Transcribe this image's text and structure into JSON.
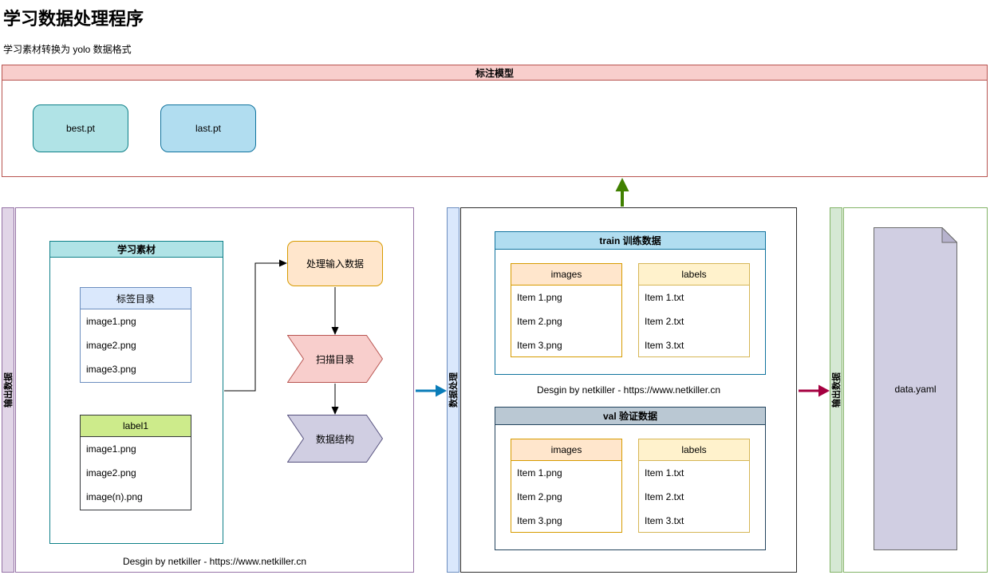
{
  "page": {
    "title": "学习数据处理程序",
    "subtitle": "学习素材转换为 yolo 数据格式"
  },
  "band": {
    "title": "标注模型",
    "models": [
      {
        "label": "best.pt"
      },
      {
        "label": "last.pt"
      }
    ]
  },
  "left": {
    "strip_label": "输出数据",
    "material": {
      "title": "学习素材",
      "label_dir": {
        "title": "标签目录",
        "items": [
          "image1.png",
          "image2.png",
          "image3.png"
        ]
      },
      "label1": {
        "title": "label1",
        "items": [
          "image1.png",
          "image2.png",
          "image(n).png"
        ]
      }
    },
    "process_label": "处理输入数据",
    "scan_label": "扫描目录",
    "structure_label": "数据结构",
    "caption": "Desgin by netkiller - https://www.netkiller.cn"
  },
  "middle": {
    "strip_label": "数据处理",
    "train": {
      "title": "train 训练数据",
      "images": {
        "title": "images",
        "items": [
          "Item 1.png",
          "Item 2.png",
          "Item 3.png"
        ]
      },
      "labels": {
        "title": "labels",
        "items": [
          "Item 1.txt",
          "Item 2.txt",
          "Item 3.txt"
        ]
      }
    },
    "caption": "Desgin by netkiller - https://www.netkiller.cn",
    "val": {
      "title": "val 验证数据",
      "images": {
        "title": "images",
        "items": [
          "Item 1.png",
          "Item 2.png",
          "Item 3.png"
        ]
      },
      "labels": {
        "title": "labels",
        "items": [
          "Item 1.txt",
          "Item 2.txt",
          "Item 3.txt"
        ]
      }
    }
  },
  "right": {
    "strip_label": "输出数据",
    "document_label": "data.yaml"
  },
  "colors": {
    "band_header_fill": "#f8cecc",
    "band_border": "#b85450",
    "best_node_fill": "#b0e3e6",
    "last_node_fill": "#b1ddf0",
    "left_strip_fill": "#e1d5e7",
    "middle_strip_fill": "#dae8fc",
    "right_strip_fill": "#d5e8d4",
    "arrow_blue": "#0a7cb8",
    "arrow_green": "#408000",
    "arrow_crimson": "#a50040",
    "arrow_black": "#000000"
  }
}
